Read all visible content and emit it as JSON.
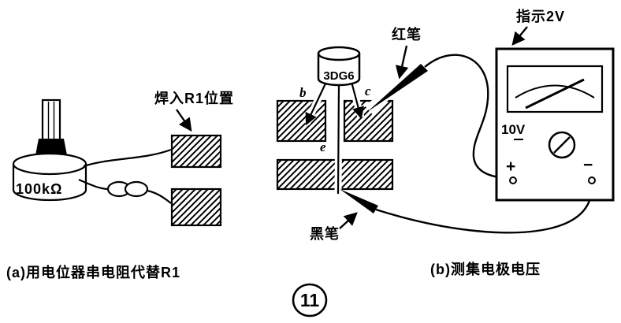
{
  "figure": {
    "panel_a": {
      "pot_value": "100kΩ",
      "solder_label": "焊入R1位置",
      "caption": "(a)用电位器串电阻代替R1"
    },
    "panel_b": {
      "transistor_model": "3DG6",
      "pin_b": "b",
      "pin_c": "c",
      "pin_e": "e",
      "red_pen_label": "红笔",
      "black_pen_label": "黑笔",
      "caption": "(b)测集电极电压"
    },
    "meter": {
      "indication_label": "指示2V",
      "range_label": "10V",
      "plus_label": "+",
      "minus_label": "−"
    },
    "page_number": "11"
  },
  "colors": {
    "ink": "#000000",
    "paper": "#ffffff"
  }
}
